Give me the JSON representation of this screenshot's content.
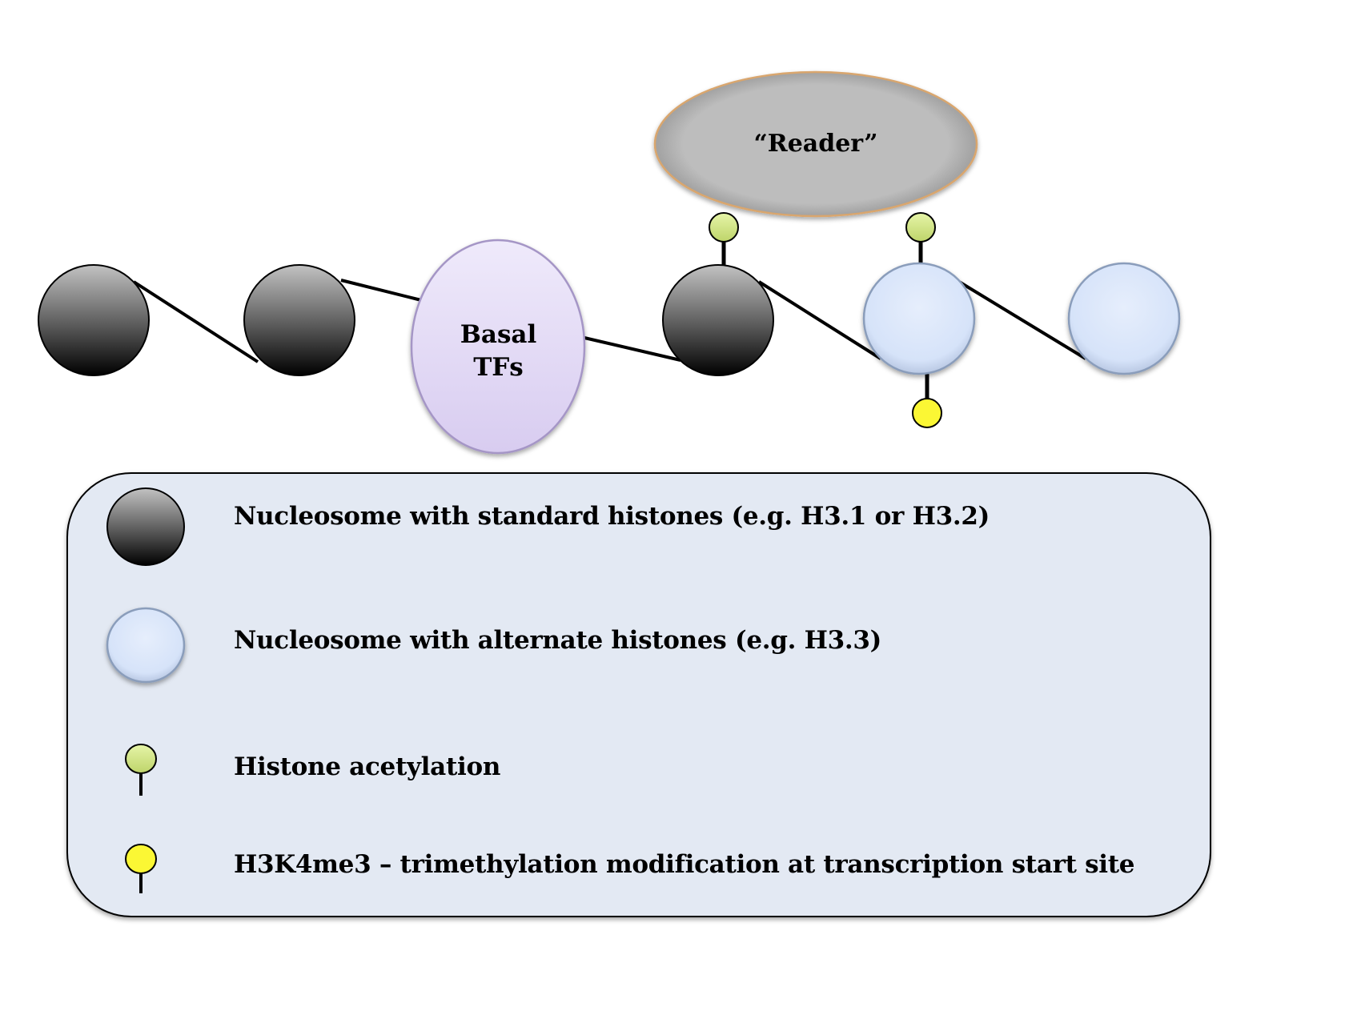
{
  "diagram": {
    "reader": {
      "label": "“Reader”"
    },
    "basal_tfs": {
      "label_line1": "Basal",
      "label_line2": "TFs"
    },
    "chain": [
      {
        "id": "n1",
        "type": "standard"
      },
      {
        "id": "n2",
        "type": "standard"
      },
      {
        "id": "basal_tfs",
        "type": "basal_tfs"
      },
      {
        "id": "n3",
        "type": "standard",
        "marks": [
          "acetylation-top"
        ]
      },
      {
        "id": "n4",
        "type": "alternate",
        "marks": [
          "acetylation-top",
          "h3k4me3-bottom"
        ]
      },
      {
        "id": "n5",
        "type": "alternate"
      }
    ]
  },
  "legend": {
    "items": [
      {
        "symbol": "standard-nucleosome",
        "label": "Nucleosome with standard histones (e.g. H3.1 or H3.2)"
      },
      {
        "symbol": "alternate-nucleosome",
        "label": "Nucleosome with alternate histones (e.g. H3.3)"
      },
      {
        "symbol": "acetylation-pin",
        "label": "Histone acetylation"
      },
      {
        "symbol": "h3k4me3-pin",
        "label": "H3K4me3 – trimethylation modification at transcription start site"
      }
    ]
  },
  "colors": {
    "standard_top": "#bdbdbd",
    "standard_bottom": "#050505",
    "alternate_fill": "#dce8fb",
    "alternate_stroke": "#8a9dbb",
    "basal_fill": "#e4dcf4",
    "basal_stroke": "#a596c6",
    "reader_fill": "#bababa",
    "reader_stroke": "#d9a66e",
    "acetylation": "#cfe28a",
    "h3k4me3": "#fbf734",
    "legend_bg": "#e3e9f3"
  }
}
